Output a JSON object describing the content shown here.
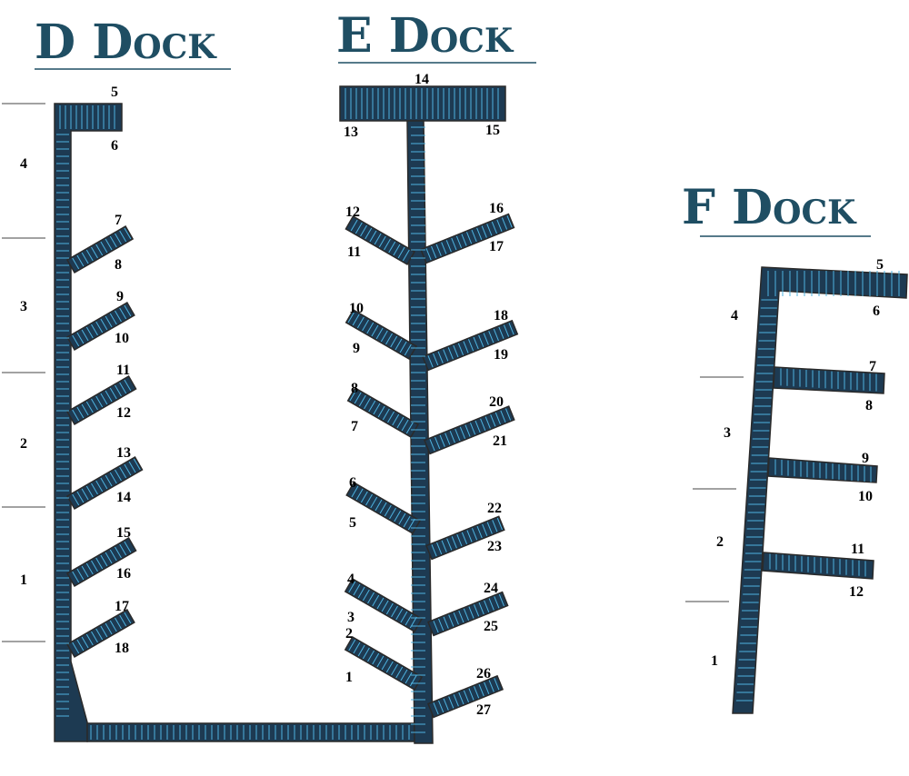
{
  "docks": {
    "d": {
      "title": "D Dock",
      "sections": [
        "4",
        "3",
        "2",
        "1"
      ],
      "slips": [
        "5",
        "6",
        "7",
        "8",
        "9",
        "10",
        "11",
        "12",
        "13",
        "14",
        "15",
        "16",
        "17",
        "18"
      ]
    },
    "e": {
      "title": "E Dock",
      "slips": [
        "14",
        "13",
        "15",
        "12",
        "11",
        "16",
        "17",
        "10",
        "9",
        "18",
        "19",
        "8",
        "7",
        "20",
        "21",
        "6",
        "5",
        "22",
        "23",
        "4",
        "3",
        "24",
        "25",
        "2",
        "1",
        "26",
        "27"
      ]
    },
    "f": {
      "title": "F Dock",
      "sections": [
        "4",
        "3",
        "2",
        "1"
      ],
      "slips": [
        "5",
        "6",
        "7",
        "8",
        "9",
        "10",
        "11",
        "12"
      ]
    }
  },
  "colors": {
    "dock": "#1d3a52",
    "slip_line": "#4fb3e0",
    "title": "#1f4e63"
  }
}
